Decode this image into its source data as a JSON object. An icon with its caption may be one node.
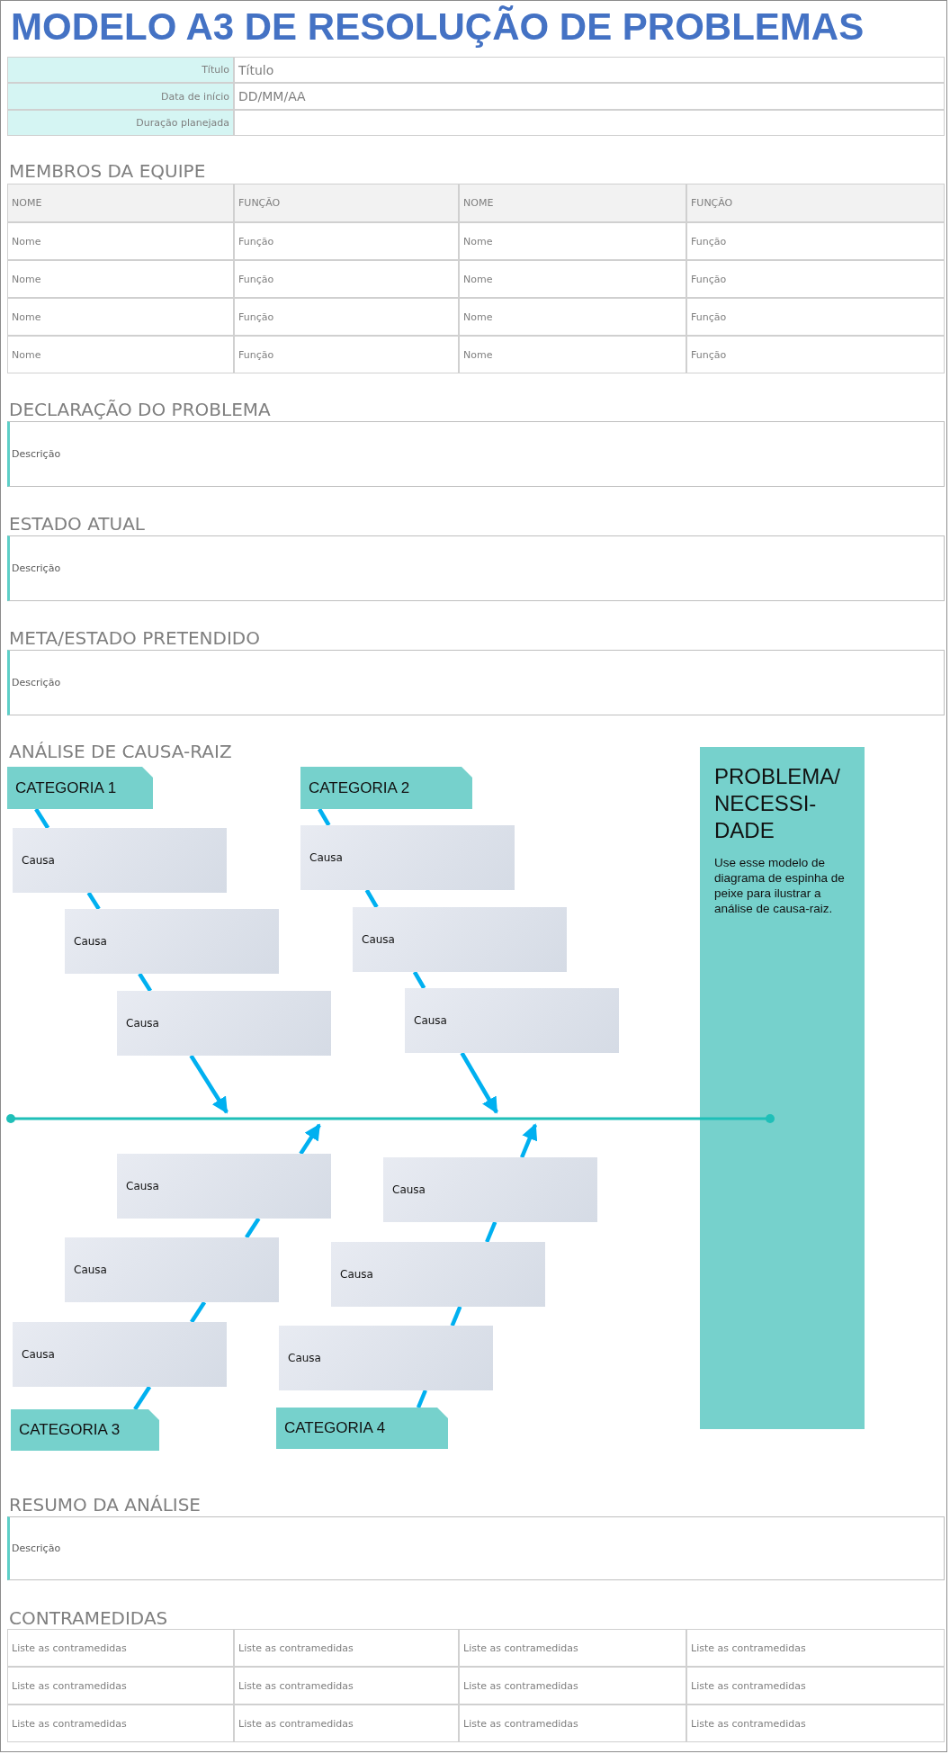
{
  "diagram": {
    "title": "MODELO A3 DE RESOLUÇÃO DE PROBLEMAS",
    "nodes": [
      {
        "text": [
          "DECLARAÇÃO DO PROBLEMA",
          "Descrição"
        ]
      },
      {
        "text": [
          "ESTADO ATUAL",
          "Descrição"
        ]
      },
      {
        "text": [
          "META/ESTADO PRETENDIDO",
          "Descrição"
        ]
      },
      {
        "text": [
          "CATEGORIA 1"
        ]
      },
      {
        "text": [
          "CATEGORIA 2"
        ]
      },
      {
        "text": [
          "PROBLEMA/ NECESSI-DADE",
          "Use esse modelo de diagrama de espinha de peixe para ilustrar a análise de causa-raiz."
        ]
      },
      {
        "text": [
          "Causa"
        ]
      },
      {
        "text": [
          "Causa"
        ]
      },
      {
        "text": [
          "Causa"
        ]
      },
      {
        "text": [
          "Causa"
        ]
      },
      {
        "text": [
          "Causa"
        ]
      },
      {
        "text": [
          "Causa"
        ]
      },
      {
        "text": [],
        "shape": "bar"
      },
      {
        "text": [
          "Causa"
        ]
      },
      {
        "text": [
          "Causa"
        ]
      },
      {
        "text": [
          "Causa"
        ]
      },
      {
        "text": [
          "Causa"
        ]
      },
      {
        "text": [
          "Causa"
        ]
      },
      {
        "text": [
          "Causa"
        ]
      },
      {
        "text": [
          "CATEGORIA 3"
        ]
      },
      {
        "text": [
          "CATEGORIA 4"
        ]
      },
      {
        "text": [
          "RESUMO DA ANÁLISE",
          "Descrição"
        ]
      }
    ],
    "edges": [
      {
        "from": 3,
        "to": 6,
        "arrow": "none"
      },
      {
        "from": 6,
        "to": 8,
        "arrow": "none"
      },
      {
        "from": 8,
        "to": 10,
        "arrow": "none"
      },
      {
        "from": 10,
        "to": 12,
        "arrow": "to"
      },
      {
        "from": 4,
        "to": 7,
        "arrow": "none"
      },
      {
        "from": 7,
        "to": 9,
        "arrow": "none"
      },
      {
        "from": 9,
        "to": 11,
        "arrow": "none"
      },
      {
        "from": 11,
        "to": 12,
        "arrow": "to"
      },
      {
        "from": 19,
        "to": 17,
        "arrow": "none"
      },
      {
        "from": 17,
        "to": 15,
        "arrow": "none"
      },
      {
        "from": 15,
        "to": 13,
        "arrow": "none"
      },
      {
        "from": 13,
        "to": 12,
        "arrow": "to"
      },
      {
        "from": 20,
        "to": 18,
        "arrow": "none"
      },
      {
        "from": 18,
        "to": 16,
        "arrow": "none"
      },
      {
        "from": 16,
        "to": 14,
        "arrow": "none"
      },
      {
        "from": 14,
        "to": 12,
        "arrow": "to"
      }
    ],
    "labels": [
      "Título",
      "Título",
      "Data de início",
      "DD/MM/AA",
      "Duração planejada",
      "MEMBROS DA EQUIPE",
      "NOME",
      "FUNÇÃO",
      "NOME",
      "FUNÇÃO",
      "Nome",
      "Função",
      "Nome",
      "Função",
      "Nome",
      "Função",
      "Nome",
      "Função",
      "Nome",
      "Função",
      "Nome",
      "Função",
      "Nome",
      "Função",
      "Nome",
      "Função",
      "ANÁLISE DE CAUSA-RAIZ",
      "CONTRAMEDIDAS",
      "Liste as contramedidas",
      "Liste as contramedidas",
      "Liste as contramedidas",
      "Liste as contramedidas",
      "Liste as contramedidas",
      "Liste as contramedidas",
      "Liste as contramedidas",
      "Liste as contramedidas",
      "Liste as contramedidas",
      "Liste as contramedidas",
      "Liste as contramedidas",
      "Liste as contramedidas"
    ]
  }
}
